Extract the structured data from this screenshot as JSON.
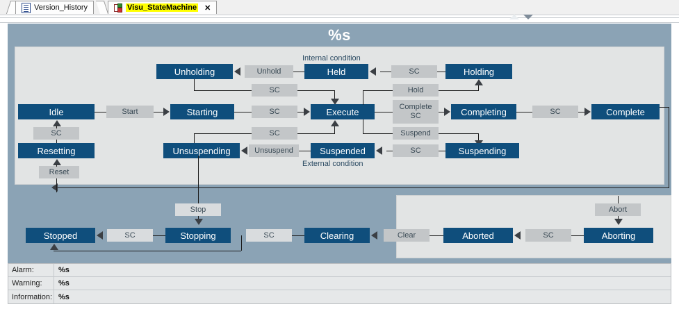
{
  "tabs": [
    {
      "label": "Version_History",
      "icon": "document-icon",
      "active": false,
      "closable": false
    },
    {
      "label": "Visu_StateMachine",
      "icon": "visualization-icon",
      "active": true,
      "closable": true,
      "close_label": "✕"
    }
  ],
  "diagram": {
    "title": "%s",
    "notes": {
      "internal": "Internal condition",
      "external": "External condition"
    },
    "states": {
      "unholding": "Unholding",
      "held": "Held",
      "holding": "Holding",
      "idle": "Idle",
      "starting": "Starting",
      "execute": "Execute",
      "completing": "Completing",
      "complete": "Complete",
      "resetting": "Resetting",
      "unsuspending": "Unsuspending",
      "suspended": "Suspended",
      "suspending": "Suspending",
      "stopped": "Stopped",
      "stopping": "Stopping",
      "clearing": "Clearing",
      "aborted": "Aborted",
      "aborting": "Aborting"
    },
    "conditions": {
      "unhold": "Unhold",
      "sc_held_holding": "SC",
      "sc_unholding_execute": "SC",
      "start": "Start",
      "sc_starting_execute": "SC",
      "hold": "Hold",
      "complete": "Complete",
      "sc_completing": "SC",
      "sc_completing_complete": "SC",
      "suspend": "Suspend",
      "sc_idle_resetting": "SC",
      "sc_unsuspending_execute": "SC",
      "unsuspend": "Unsuspend",
      "sc_suspended_suspending": "SC",
      "reset": "Reset",
      "stop": "Stop",
      "sc_stopped_stopping": "SC",
      "sc_stopping_clearing": "SC",
      "clear": "Clear",
      "sc_aborted_aborting": "SC",
      "abort": "Abort"
    },
    "colors": {
      "state_fill": "#0f4e7c",
      "state_text": "#ffffff",
      "condition_fill": "#c3c6c8",
      "condition_text": "#3a4a55",
      "panel_band": "#8ba3b5",
      "panel_inner": "#e2e4e4",
      "line": "#1c1c1c"
    }
  },
  "status": {
    "rows": [
      {
        "key": "Alarm:",
        "value": "%s"
      },
      {
        "key": "Warning:",
        "value": "%s"
      },
      {
        "key": "Information:",
        "value": "%s"
      }
    ]
  },
  "scrollbar": {
    "up_icon": "triangle-up-icon",
    "down_icon": "triangle-down-icon"
  }
}
